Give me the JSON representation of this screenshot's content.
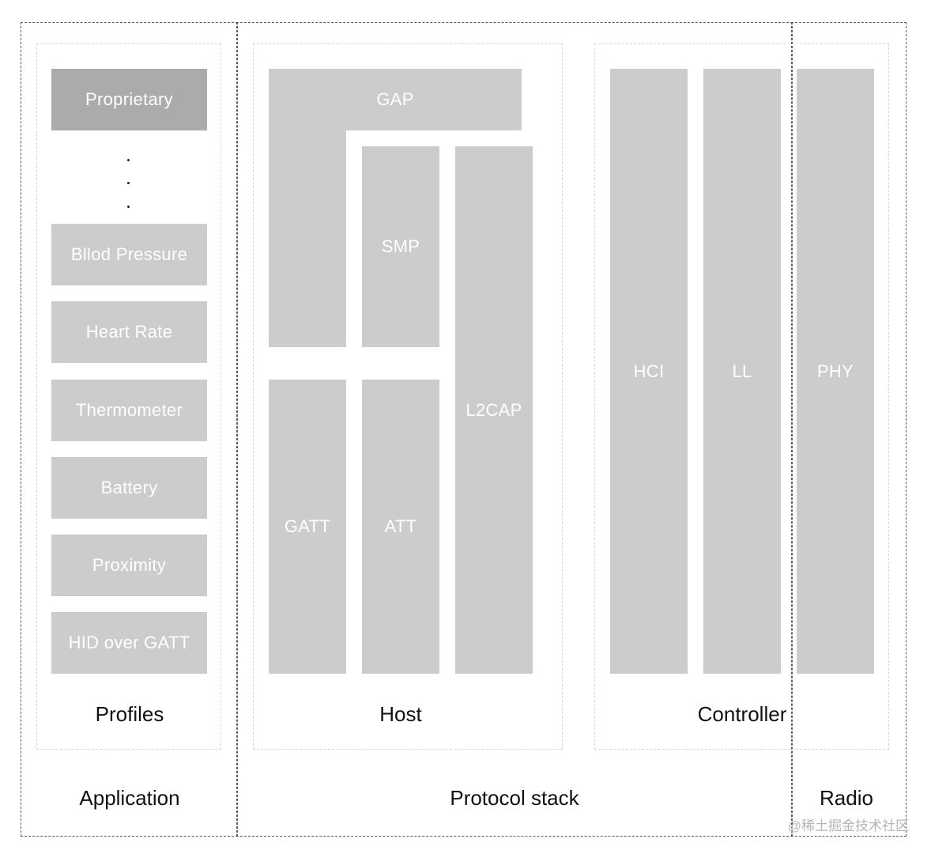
{
  "diagram": {
    "regions": {
      "application": "Application",
      "protocol_stack": "Protocol stack",
      "radio": "Radio"
    },
    "groups": {
      "profiles": "Profiles",
      "host": "Host",
      "controller": "Controller"
    },
    "profiles": {
      "proprietary": "Proprietary",
      "blood_pressure": "Bllod Pressure",
      "heart_rate": "Heart Rate",
      "thermometer": "Thermometer",
      "battery": "Battery",
      "proximity": "Proximity",
      "hid_over_gatt": "HID over GATT"
    },
    "host": {
      "gap": "GAP",
      "smp": "SMP",
      "l2cap": "L2CAP",
      "gatt": "GATT",
      "att": "ATT"
    },
    "controller": {
      "hci": "HCI",
      "ll": "LL"
    },
    "radio": {
      "phy": "PHY"
    }
  },
  "watermark": "@稀土掘金技术社区",
  "colors": {
    "block": "#cccccc",
    "block_highlight": "#ababab",
    "block_text": "#ffffff",
    "outer_border": "#5a5a5a",
    "inner_border": "#d6d6d6"
  }
}
